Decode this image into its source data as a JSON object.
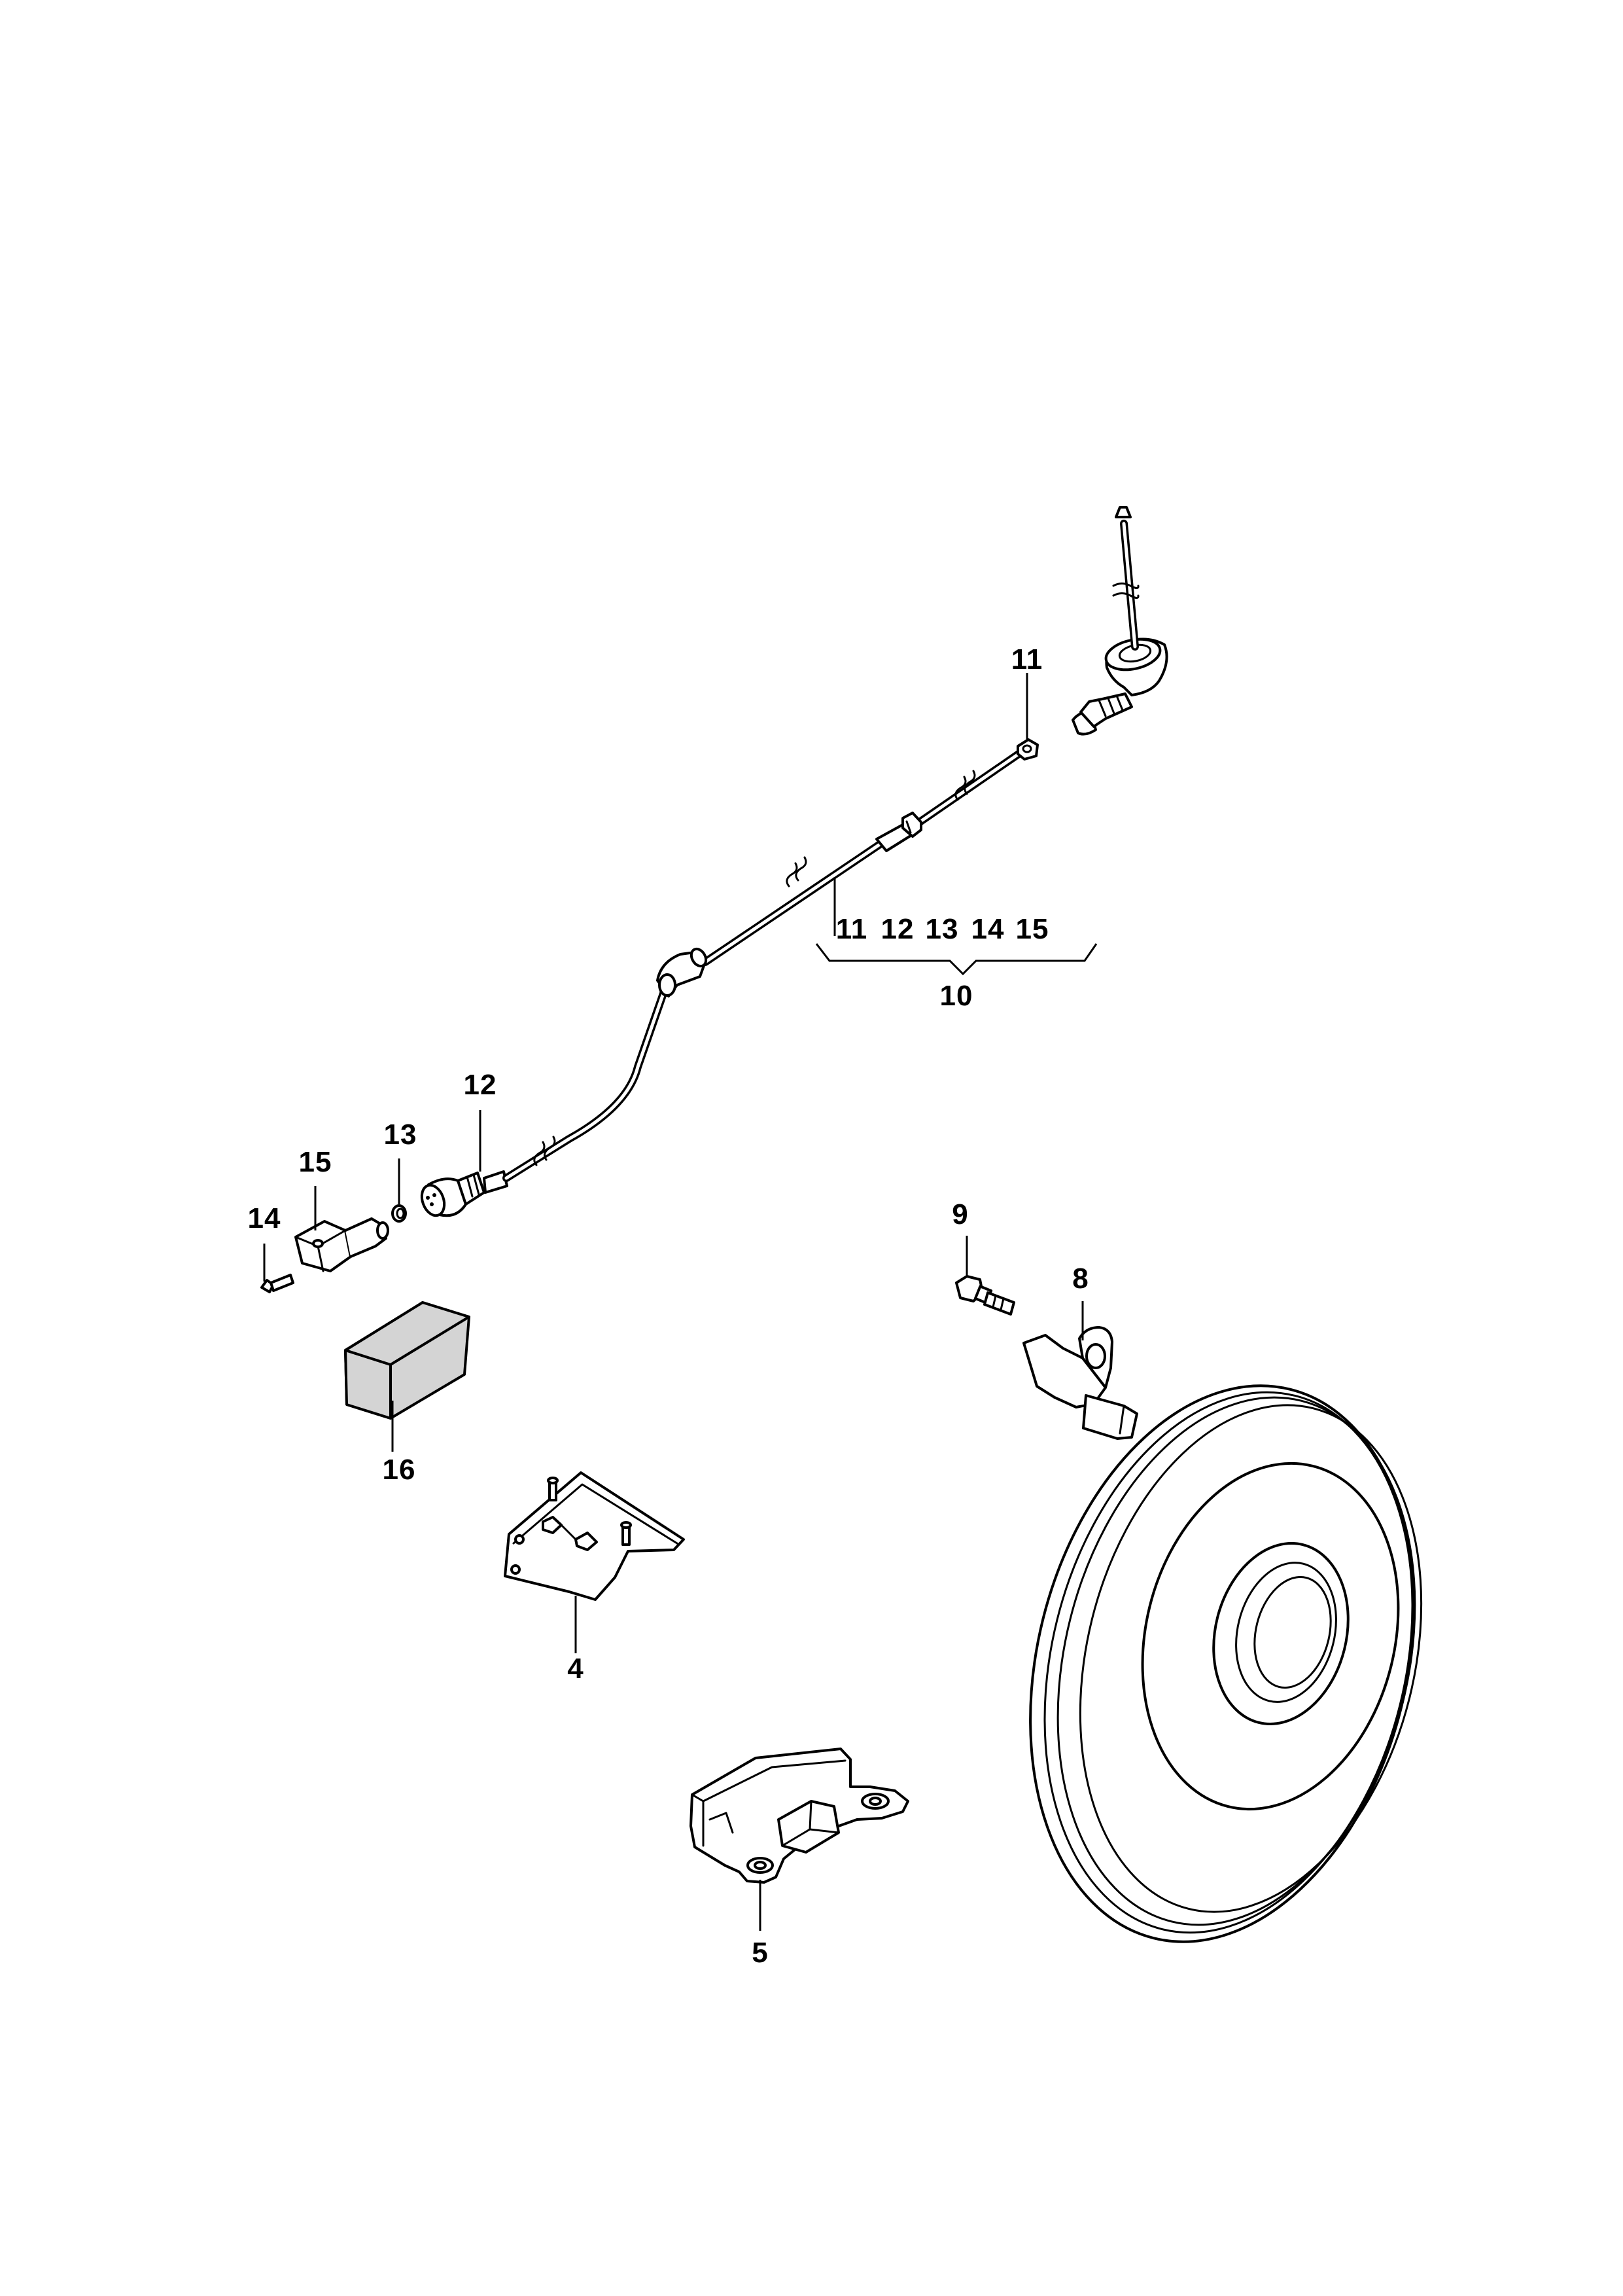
{
  "callouts": {
    "c4": "4",
    "c5": "5",
    "c8": "8",
    "c9": "9",
    "c10": "10",
    "c11_top": "11",
    "c11": "11",
    "c12": "12",
    "c13": "13",
    "c14": "14",
    "c15": "15",
    "c16": "16",
    "c12_top": "12",
    "c13_top": "13",
    "c14_top": "14",
    "c15_top": "15"
  },
  "colors": {
    "line": "#000000",
    "background": "#ffffff",
    "block_fill": "#d4d4d4"
  },
  "parts": [
    "bracket",
    "control-unit",
    "sensor-holder",
    "hex-bolt",
    "wiring-harness",
    "cable-clip",
    "cable-connector",
    "seal-plug",
    "locking-pin",
    "connector-housing",
    "foam-block",
    "brake-disc"
  ]
}
